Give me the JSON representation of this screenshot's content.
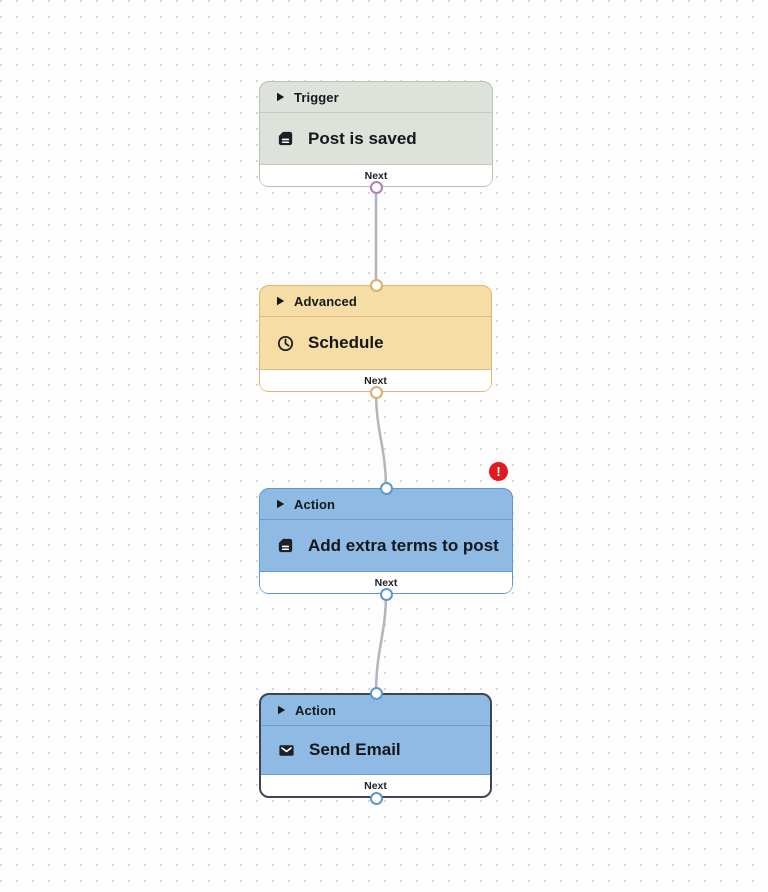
{
  "canvas": {
    "background": "#fdfdfe",
    "dot_color": "#d7d7db",
    "connection_color": "#b4b4bb"
  },
  "error_badge": {
    "symbol": "!",
    "color": "#e01a20",
    "attached_to": "Add extra terms to post"
  },
  "nodes": [
    {
      "category": "Trigger",
      "title": "Post is saved",
      "icon": "document-icon",
      "expand_icon": "play-triangle-icon",
      "footer_label": "Next",
      "colors": {
        "background": "#dde3da",
        "border": "#b7c1b4",
        "port": "#b07fb8"
      },
      "has_input_port": false,
      "selected": false,
      "has_error": false
    },
    {
      "category": "Advanced",
      "title": "Schedule",
      "icon": "clock-icon",
      "expand_icon": "play-triangle-icon",
      "footer_label": "Next",
      "colors": {
        "background": "#f6dda5",
        "border": "#dcb873",
        "port": "#d8b06a"
      },
      "has_input_port": true,
      "selected": false,
      "has_error": false
    },
    {
      "category": "Action",
      "title": "Add extra terms to post",
      "icon": "document-icon",
      "expand_icon": "play-triangle-icon",
      "footer_label": "Next",
      "colors": {
        "background": "#8fbae3",
        "border": "#5e97cc",
        "port": "#5e97cc"
      },
      "has_input_port": true,
      "selected": false,
      "has_error": true
    },
    {
      "category": "Action",
      "title": "Send Email",
      "icon": "email-icon",
      "expand_icon": "play-triangle-icon",
      "footer_label": "Next",
      "colors": {
        "background": "#8fbae3",
        "border": "#3d4651",
        "port": "#5e97cc"
      },
      "has_input_port": true,
      "selected": true,
      "has_error": false
    }
  ]
}
